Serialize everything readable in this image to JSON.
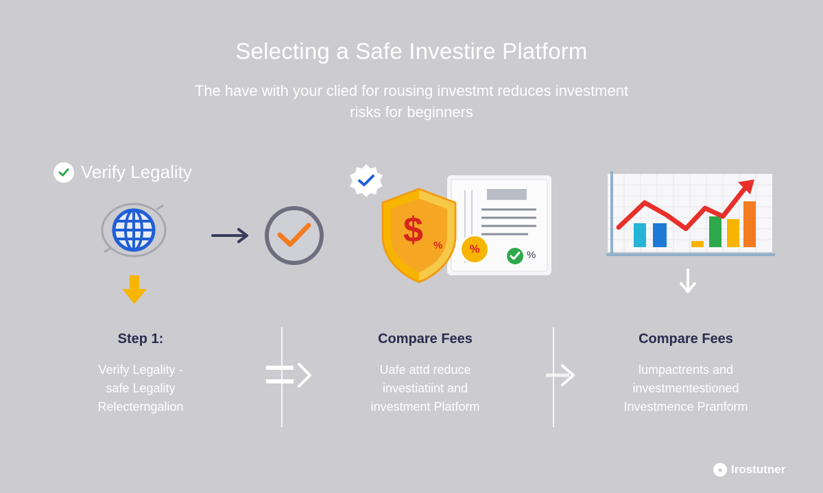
{
  "title": "Selecting a Safe Investire Platform",
  "subtitle_line1": "The have with your clied for rousing investmt reduces investment",
  "subtitle_line2": "risks for beginners",
  "verify_heading": "Verify Legality",
  "icons": [
    "globe-icon",
    "arrow-right-icon",
    "checkmark-circle-icon",
    "arrow-down-icon",
    "shield-dollar-icon",
    "document-icon",
    "percent-badge-icon",
    "bar-chart-icon",
    "arrow-chevron-icon"
  ],
  "colors": {
    "background": "#cbcbd0",
    "blue": "#1f5fd6",
    "orange": "#f47c20",
    "yellow": "#f7b500",
    "green": "#2ea84a",
    "red": "#e8302a",
    "dark": "#2b2b4d"
  },
  "columns": [
    {
      "heading": "Step 1:",
      "desc": [
        "Verify Legality -",
        "safe Legality",
        "Relecterngalion"
      ]
    },
    {
      "heading": "Compare Fees",
      "desc": [
        "Uafe attd reduce",
        "investiatiint and",
        "investment Platform"
      ]
    },
    {
      "heading": "Compare Fees",
      "desc": [
        "lumpactrents and",
        "investmentestioned",
        "Investmence Pranform"
      ]
    }
  ],
  "doc_percent": "%",
  "shield_symbol": "$",
  "shield_percent": "%",
  "badge_percent": "%",
  "brand": "Irostutner"
}
